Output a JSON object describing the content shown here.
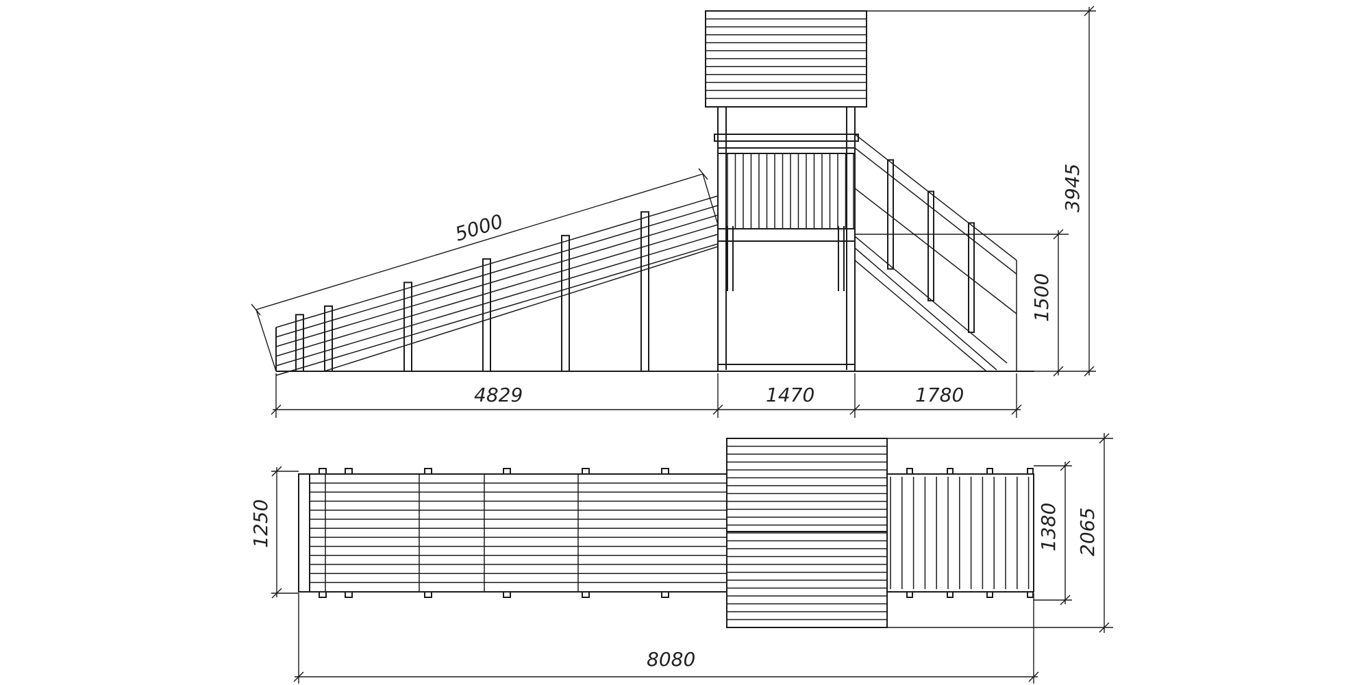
{
  "drawing": {
    "colors": {
      "line": "#1a1a1a",
      "background": "#ffffff"
    },
    "side_view": {
      "dimensions": {
        "slope_length": "5000",
        "ramp_run": "4829",
        "platform_width": "1470",
        "stair_run": "1780",
        "platform_height": "1500",
        "total_height": "3945"
      }
    },
    "plan_view": {
      "dimensions": {
        "ramp_width": "1250",
        "stair_width": "1380",
        "platform_depth": "2065",
        "total_length": "8080"
      }
    }
  }
}
